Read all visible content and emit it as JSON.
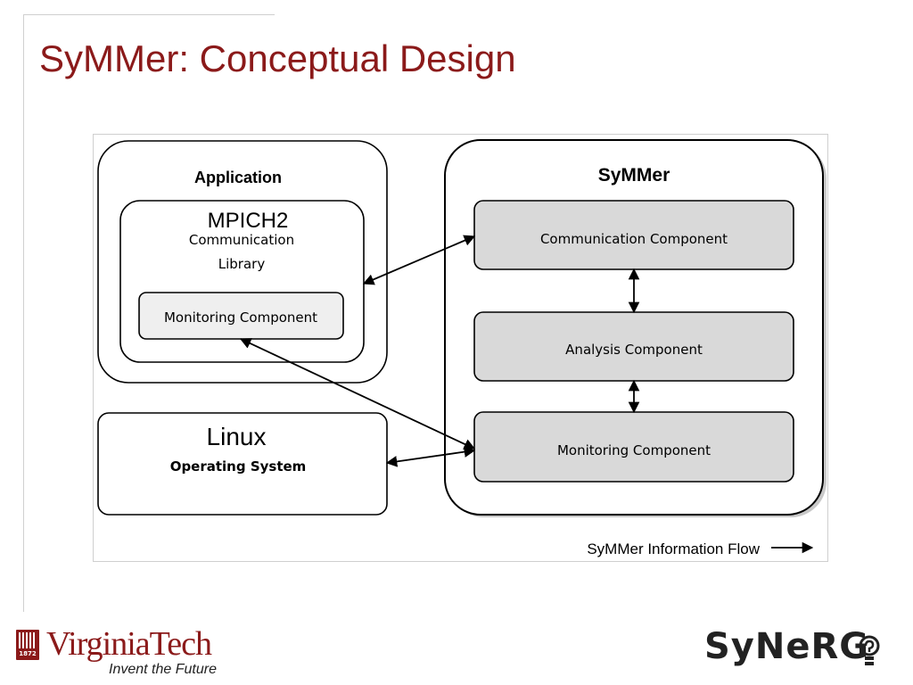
{
  "slide": {
    "title": "SyMMer: Conceptual Design"
  },
  "diagram": {
    "application": {
      "title": "Application",
      "library_name": "MPICH2",
      "library_line1": "Communication",
      "library_line2": "Library",
      "monitoring": "Monitoring Component"
    },
    "os": {
      "name": "Linux",
      "subtitle": "Operating System"
    },
    "symmer": {
      "title": "SyMMer",
      "communication": "Communication Component",
      "analysis": "Analysis Component",
      "monitoring": "Monitoring Component"
    },
    "legend": "SyMMer Information Flow"
  },
  "footer": {
    "vt_name": "VirginiaTech",
    "vt_tagline": "Invent the Future",
    "vt_year": "1872",
    "synerg": "SyNeRG"
  },
  "colors": {
    "title": "#8b1a1a",
    "component_fill": "#d9d9d9",
    "monitoring_inner_fill": "#efefef"
  }
}
